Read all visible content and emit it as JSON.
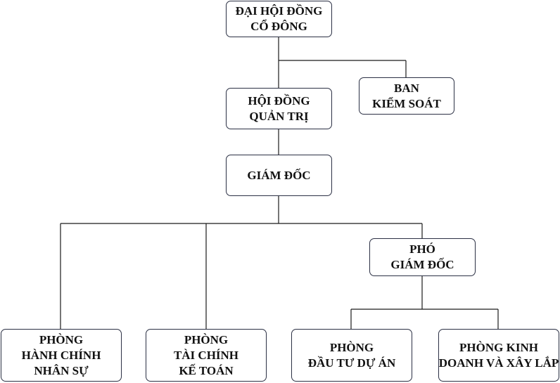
{
  "diagram": {
    "type": "org-chart",
    "nodes": {
      "shareholders": {
        "lines": [
          "ĐẠI HỘI ĐỒNG",
          "CỔ ĐÔNG"
        ]
      },
      "board": {
        "lines": [
          "HỘI ĐỒNG",
          "QUẢN TRỊ"
        ]
      },
      "supervisory": {
        "lines": [
          "BAN",
          "KIỂM SOÁT"
        ]
      },
      "director": {
        "lines": [
          "GIÁM ĐỐC"
        ]
      },
      "deputy": {
        "lines": [
          "PHÓ",
          "GIÁM ĐỐC"
        ]
      },
      "hr": {
        "lines": [
          "PHÒNG",
          "HÀNH CHÍNH",
          "NHÂN SỰ"
        ]
      },
      "finance": {
        "lines": [
          "PHÒNG",
          "TÀI CHÍNH",
          "KẾ TOÁN"
        ]
      },
      "investment": {
        "lines": [
          "PHÒNG",
          "ĐẦU TƯ DỰ ÁN"
        ]
      },
      "business": {
        "lines": [
          "PHÒNG KINH",
          "DOANH VÀ XÂY LẮP"
        ]
      }
    },
    "edges": [
      [
        "shareholders",
        "board"
      ],
      [
        "shareholders",
        "supervisory"
      ],
      [
        "board",
        "director"
      ],
      [
        "director",
        "hr"
      ],
      [
        "director",
        "finance"
      ],
      [
        "director",
        "deputy"
      ],
      [
        "deputy",
        "investment"
      ],
      [
        "deputy",
        "business"
      ]
    ],
    "colors": {
      "border": "#2b3044",
      "line": "#1a1a1a",
      "text": "#111111",
      "background": "#ffffff"
    }
  }
}
